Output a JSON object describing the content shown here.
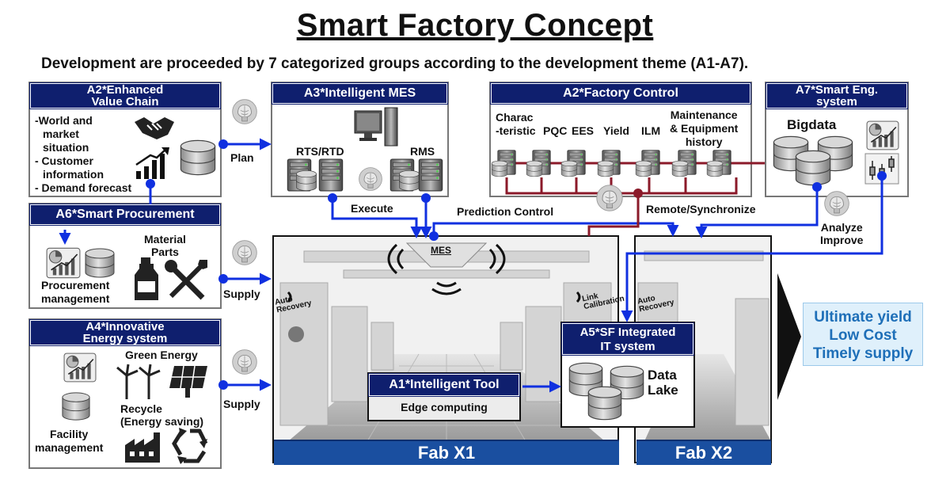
{
  "title": "Smart Factory Concept",
  "subtitle": "Development are proceeded by 7 categorized groups according to the development theme (A1-A7).",
  "a2_value_chain": {
    "header_line1": "A2*Enhanced",
    "header_line2": "Value Chain",
    "items": [
      "-World and",
      "market",
      "situation",
      "- Customer",
      "information",
      "- Demand forecast"
    ]
  },
  "a3_mes": {
    "header": "A3*Intelligent MES",
    "rts_label": "RTS/RTD",
    "rms_label": "RMS"
  },
  "a2_factory_control": {
    "header": "A2*Factory Control",
    "charac_line1": "Charac",
    "charac_line2": "-teristic",
    "pqc": "PQC",
    "ees": "EES",
    "yield": "Yield",
    "ilm": "ILM",
    "maint_line1": "Maintenance",
    "maint_line2": "& Equipment",
    "maint_line3": "history"
  },
  "a7_smart_eng": {
    "header_line1": "A7*Smart Eng.",
    "header_line2": "system",
    "bigdata": "Bigdata"
  },
  "a6_procurement": {
    "header": "A6*Smart Procurement",
    "material_line1": "Material",
    "material_line2": "Parts",
    "proc_line1": "Procurement",
    "proc_line2": "management"
  },
  "a4_energy": {
    "header_line1": "A4*Innovative",
    "header_line2": "Energy  system",
    "green": "Green Energy",
    "recycle_line1": "Recycle",
    "recycle_line2": "(Energy saving)",
    "facility_line1": "Facility",
    "facility_line2": "management"
  },
  "a5_it": {
    "header_line1": "A5*SF Integrated",
    "header_line2": "IT system",
    "datalake_line1": "Data",
    "datalake_line2": "Lake"
  },
  "a1_tool": {
    "header": "A1*Intelligent Tool",
    "sub": "Edge computing"
  },
  "flows": {
    "plan": "Plan",
    "execute": "Execute",
    "prediction": "Prediction Control",
    "remote": "Remote/Synchronize",
    "analyze_line1": "Analyze",
    "analyze_line2": "Improve",
    "supply1": "Supply",
    "supply2": "Supply"
  },
  "fab_floor": {
    "mes": "MES",
    "auto_recovery1_line1": "Auto",
    "auto_recovery1_line2": "Recovery",
    "auto_recovery2_line1": "Auto",
    "auto_recovery2_line2": "Recovery",
    "link_calib_line1": "Link",
    "link_calib_line2": "Calibration"
  },
  "fab_x1": "Fab X1",
  "fab_x2": "Fab X2",
  "outcome": {
    "line1": "Ultimate yield",
    "line2": "Low Cost",
    "line3": "Timely supply"
  },
  "colors": {
    "header_navy": "#0f1f6e",
    "flow_blue": "#1030e0",
    "control_red": "#8b1a2a",
    "fab_blue": "#1a4fa0",
    "outcome_text": "#1e6fb8"
  }
}
